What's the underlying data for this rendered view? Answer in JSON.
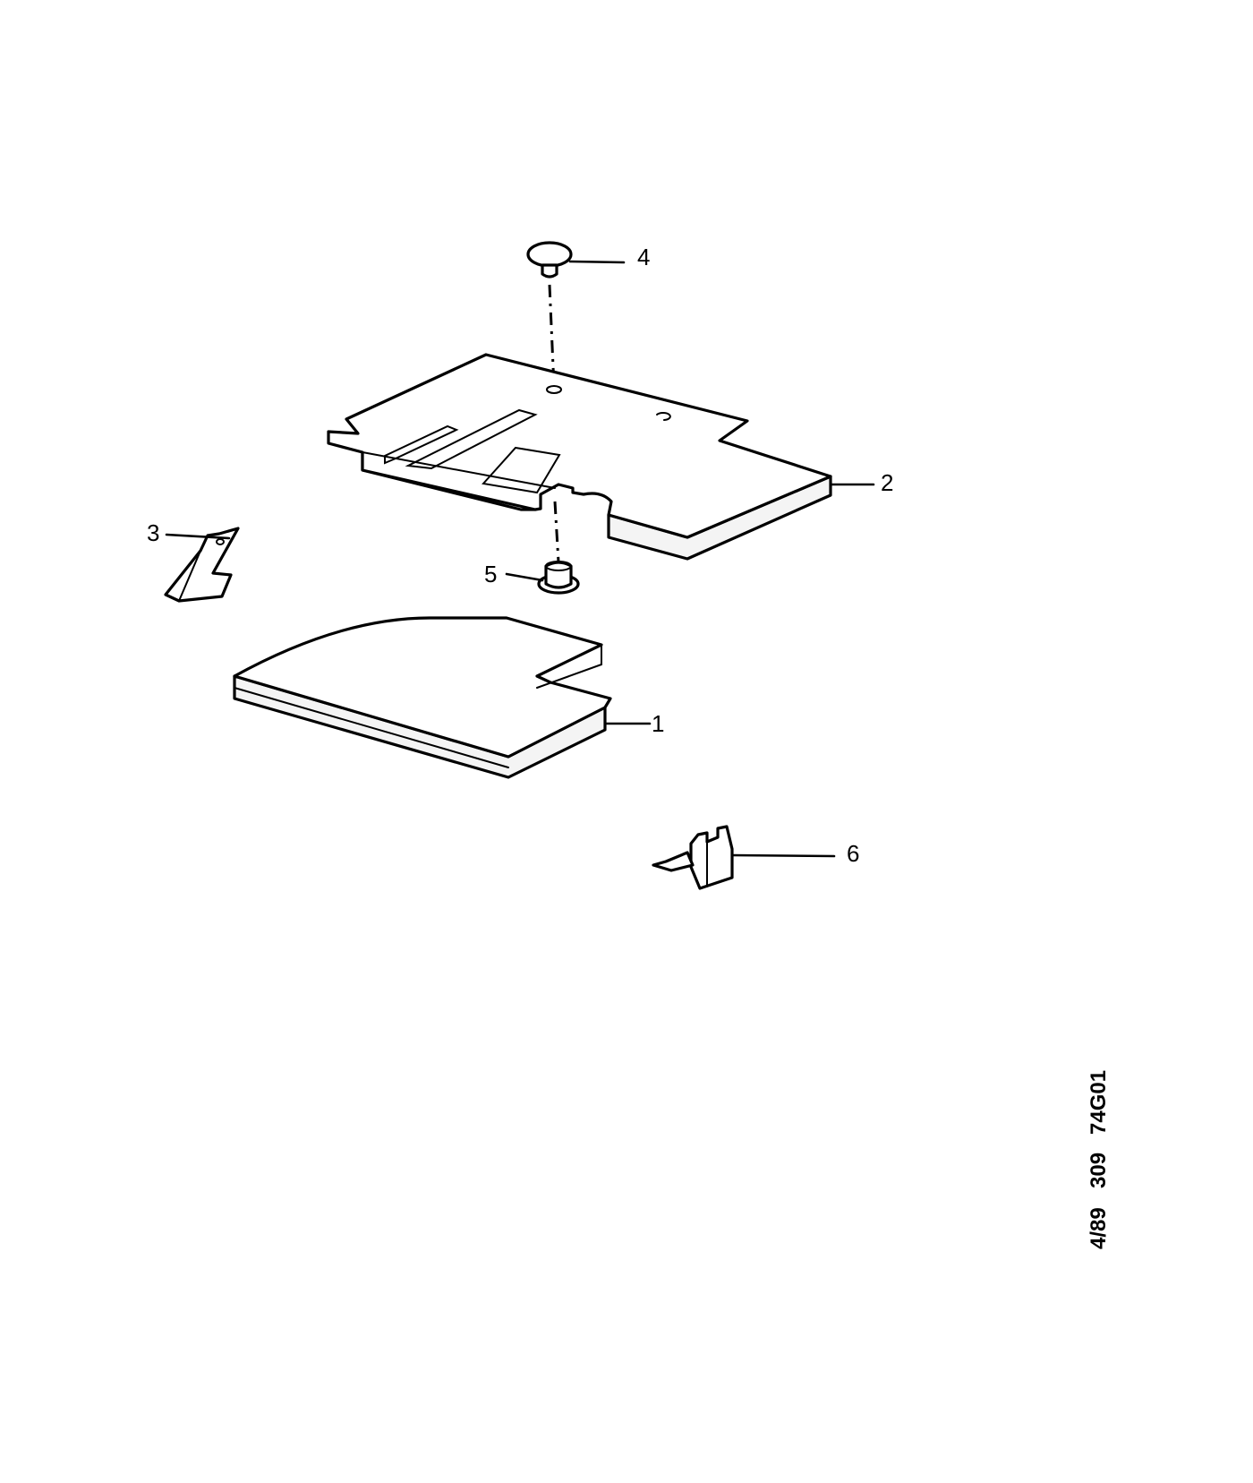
{
  "callouts": {
    "part_1": "1",
    "part_2": "2",
    "part_3": "3",
    "part_4": "4",
    "part_5": "5",
    "part_6": "6"
  },
  "drawing_code": {
    "date": "4/89",
    "number": "309",
    "ref": "74G01"
  }
}
